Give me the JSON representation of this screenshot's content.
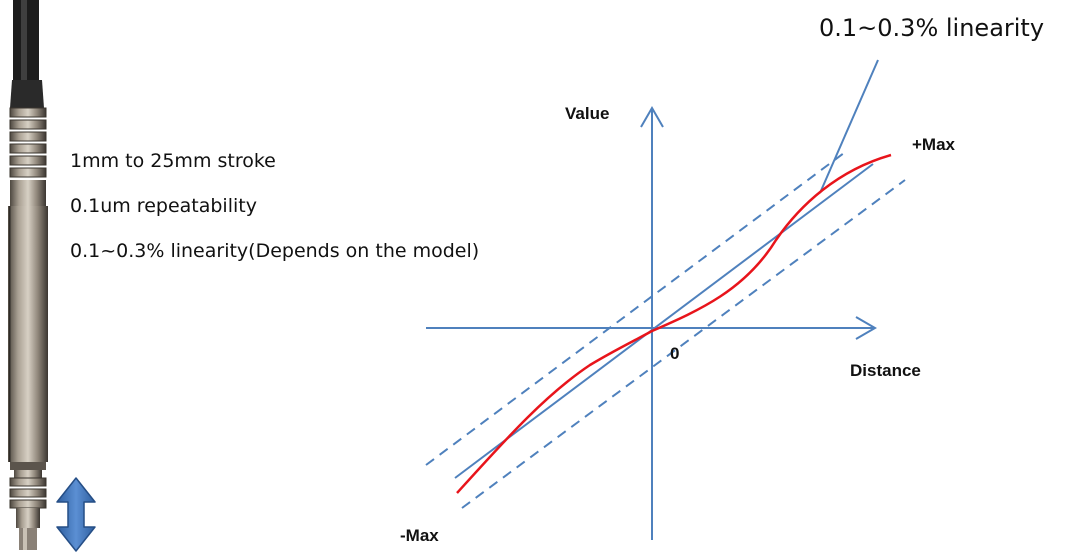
{
  "specs": {
    "stroke": "1mm to 25mm stroke",
    "repeatability": "0.1um repeatability",
    "linearity": "0.1~0.3% linearity(Depends on the model)"
  },
  "callout": {
    "text": "0.1~0.3% linearity"
  },
  "axes": {
    "y_label": "Value",
    "x_label": "Distance",
    "origin_label": "0",
    "pos_max_label": "+Max",
    "neg_max_label": "-Max"
  },
  "icons": {
    "sensor": "lvdt-probe-sensor",
    "motion": "double-headed-vertical-arrow"
  },
  "colors": {
    "axis": "#4f81bd",
    "ideal_line": "#4f81bd",
    "tolerance_band": "#4f81bd",
    "measured_curve": "#e8141b",
    "arrow_fill": "#3a6db4"
  }
}
